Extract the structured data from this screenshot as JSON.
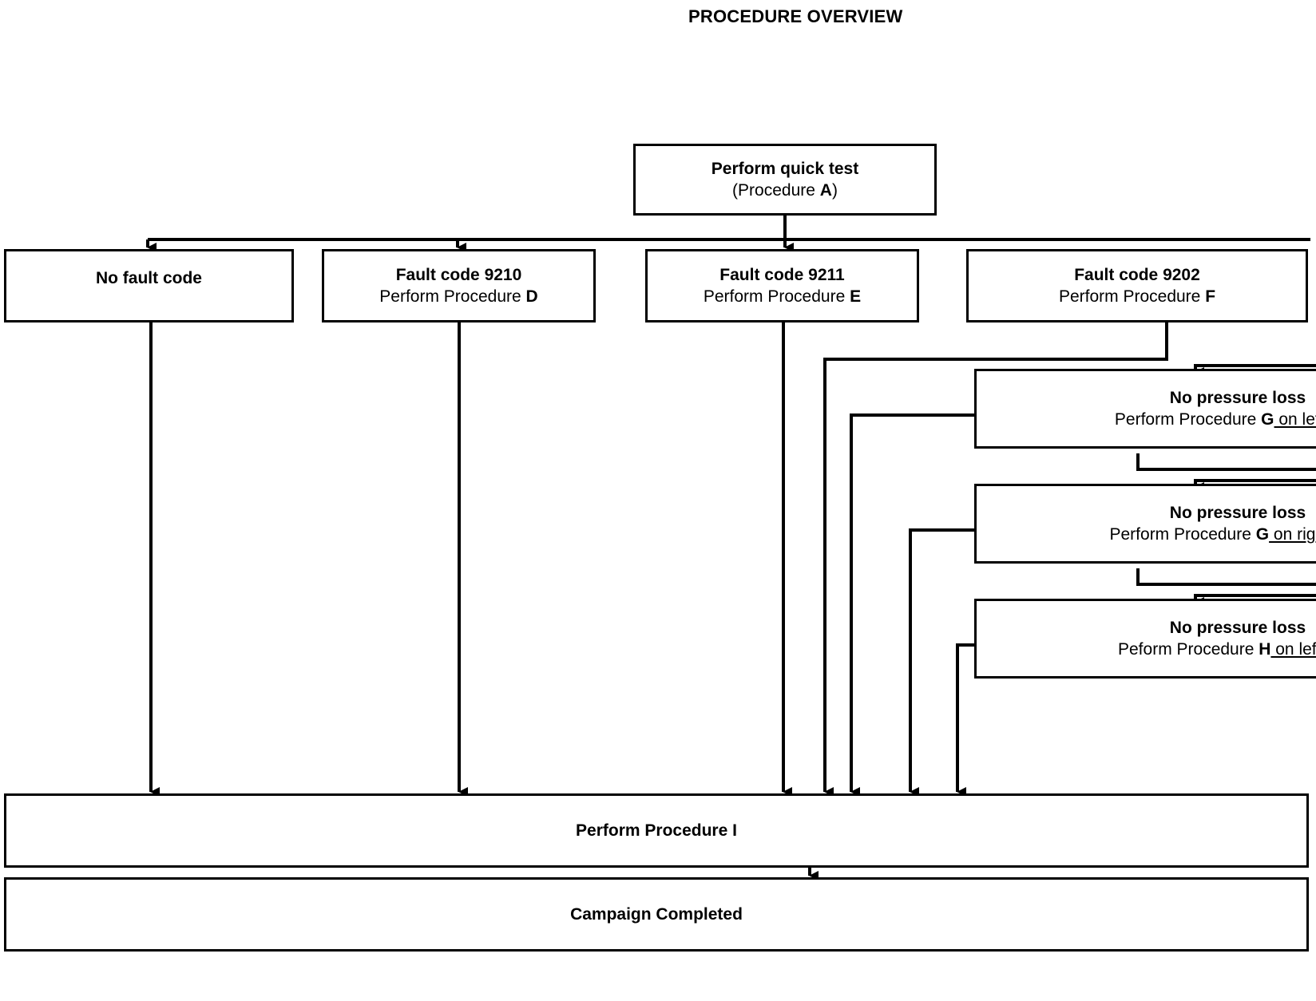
{
  "page": {
    "title": "PROCEDURE OVERVIEW",
    "background": "#ffffff",
    "line_color": "#000000"
  },
  "nodes": {
    "start": {
      "line1": "Perform quick test",
      "line2_prefix": "(Procedure ",
      "line2_bold": "A",
      "line2_suffix": ")"
    },
    "branch1": {
      "line1": "No fault code",
      "line2_prefix": "",
      "line2_bold": "",
      "line2_suffix": ""
    },
    "branch2": {
      "line1": "Fault code 9210",
      "line2_prefix": "Perform Procedure ",
      "line2_bold": "D",
      "line2_suffix": ""
    },
    "branch3": {
      "line1": "Fault code 9211",
      "line2_prefix": "Perform Procedure ",
      "line2_bold": "E",
      "line2_suffix": ""
    },
    "branch4": {
      "line1": "Fault code 9202",
      "line2_prefix": "Perform Procedure ",
      "line2_bold": "F",
      "line2_suffix": ""
    },
    "pressure1": {
      "line1": "No pressure loss",
      "line2_prefix": "Perform Procedure ",
      "line2_bold": "G",
      "line2_underline": " on left seat"
    },
    "pressure2": {
      "line1": "No pressure loss",
      "line2_prefix": "Perform Procedure ",
      "line2_bold": "G",
      "line2_underline": " on right seat"
    },
    "pressure3": {
      "line1": "No pressure loss",
      "line2_prefix": "Peform Procedure ",
      "line2_bold": "H",
      "line2_underline": " on left seat"
    },
    "merge": {
      "label": "Perform Procedure I"
    },
    "end": {
      "label": "Campaign Completed"
    }
  }
}
